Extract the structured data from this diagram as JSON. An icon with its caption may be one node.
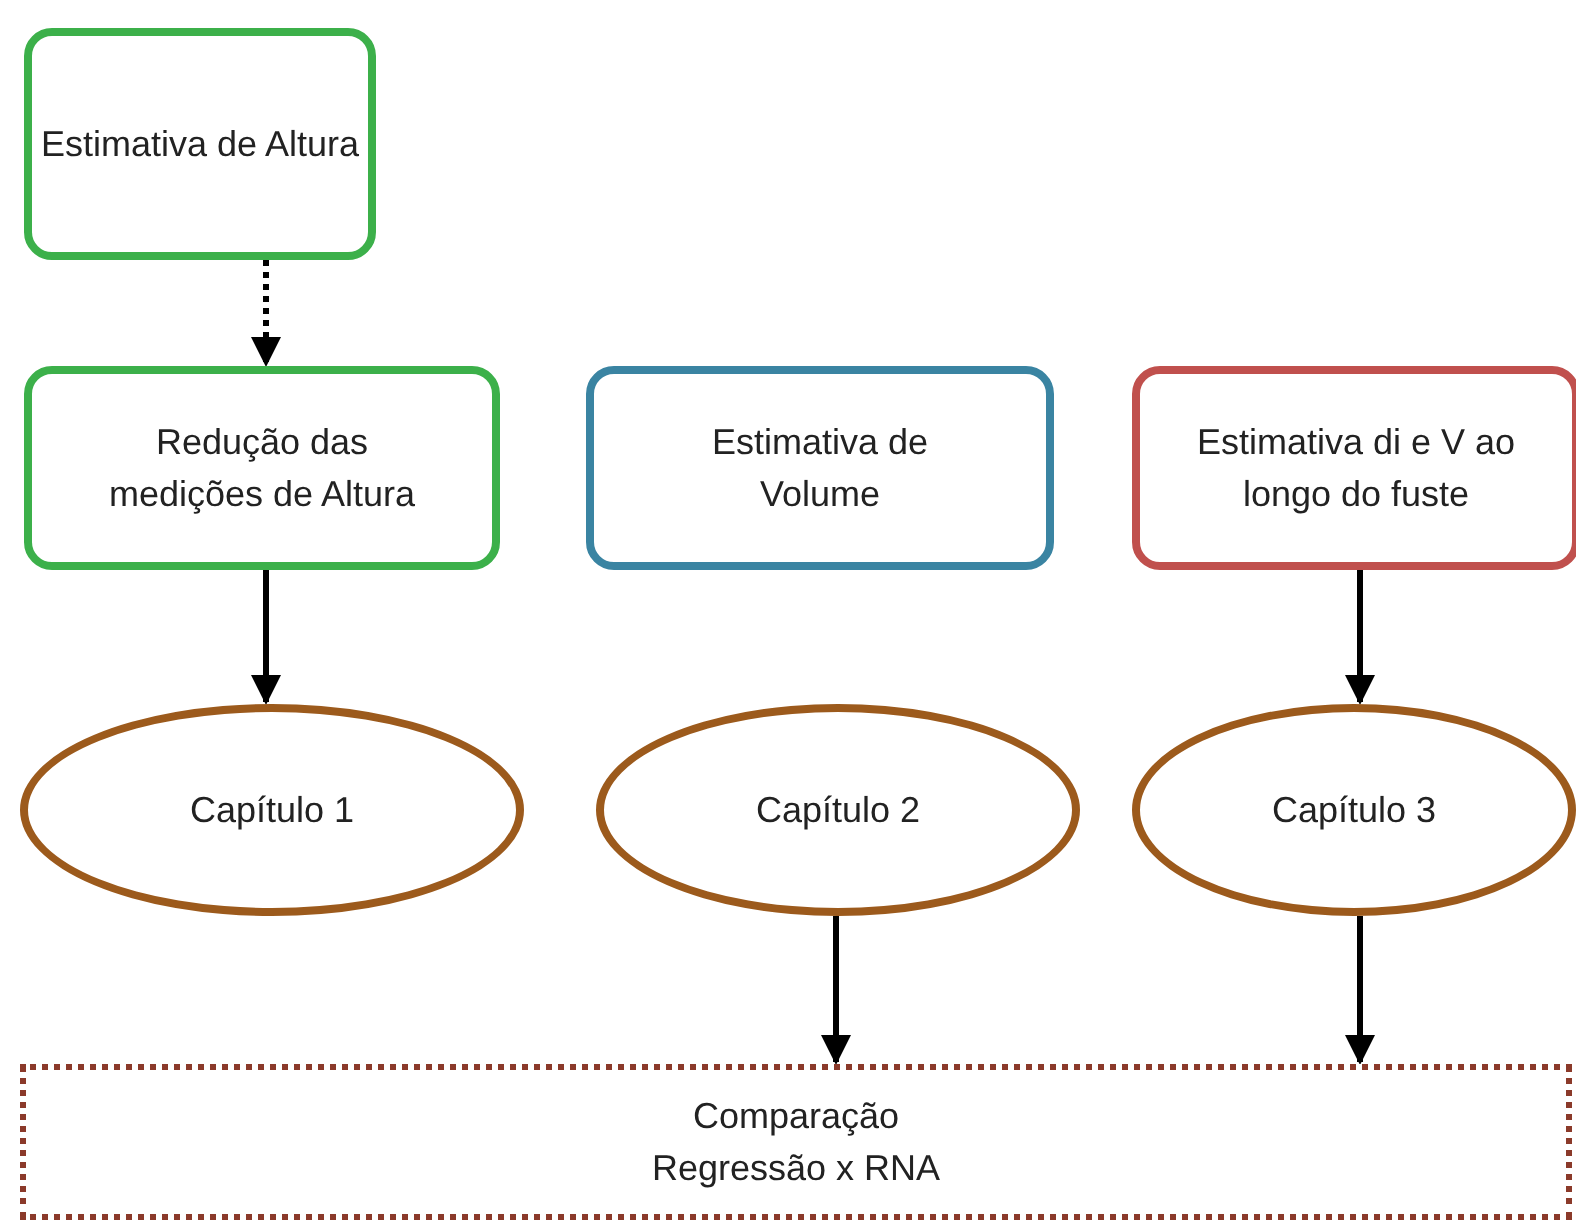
{
  "diagram": {
    "nodes": [
      {
        "text": [
          "Estimativa de Altura"
        ]
      },
      {
        "text": [
          "Redução das medições de Altura"
        ]
      },
      {
        "text": [
          "Estimativa de Volume"
        ]
      },
      {
        "text": [
          "Estimativa di e V ao longo do fuste"
        ]
      },
      {
        "text": [
          "Capítulo 1"
        ]
      },
      {
        "text": [
          "Capítulo 2"
        ]
      },
      {
        "text": [
          "Capítulo 3"
        ]
      },
      {
        "text": [
          "Comparação",
          "Regressão x RNA"
        ]
      }
    ],
    "edges": [
      {
        "from": 0,
        "to": 1,
        "arrow": "to",
        "style": "dashed"
      },
      {
        "from": 1,
        "to": 4,
        "arrow": "to"
      },
      {
        "from": 3,
        "to": 6,
        "arrow": "to"
      },
      {
        "from": 5,
        "to": 7,
        "arrow": "to"
      },
      {
        "from": 6,
        "to": 7,
        "arrow": "to"
      }
    ]
  }
}
